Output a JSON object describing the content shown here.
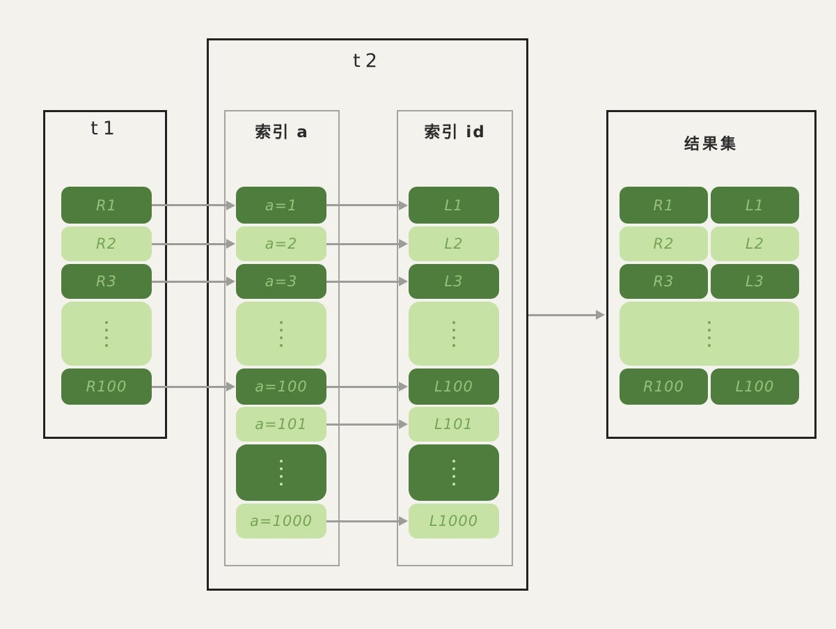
{
  "palette": {
    "background": "#f3f2ed",
    "dark_green": "#4e7d3e",
    "light_green": "#c7e2a5",
    "text_on_dark": "#97c178",
    "text_on_light": "#74a556",
    "box_border_dark": "#222222",
    "box_border_gray": "#a3a3a0",
    "arrow_gray": "#9c9c9a",
    "label_text": "#2b2b2b"
  },
  "boxes": {
    "t1": {
      "label": "t1"
    },
    "t2": {
      "label": "t2"
    },
    "index_a": {
      "label": "索引 a"
    },
    "index_id": {
      "label": "索引 id"
    },
    "result": {
      "label": "结果集"
    }
  },
  "columns": {
    "t1": {
      "rows": [
        {
          "label": "R1",
          "shade": "dark"
        },
        {
          "label": "R2",
          "shade": "light"
        },
        {
          "label": "R3",
          "shade": "dark"
        },
        {
          "label": "⋮",
          "shade": "light",
          "dots": true
        },
        {
          "label": "R100",
          "shade": "dark"
        }
      ]
    },
    "index_a": {
      "rows": [
        {
          "label": "a=1",
          "shade": "dark"
        },
        {
          "label": "a=2",
          "shade": "light"
        },
        {
          "label": "a=3",
          "shade": "dark"
        },
        {
          "label": "⋮",
          "shade": "light",
          "dots": true
        },
        {
          "label": "a=100",
          "shade": "dark"
        },
        {
          "label": "a=101",
          "shade": "light"
        },
        {
          "label": "⋮",
          "shade": "dark",
          "dots": true
        },
        {
          "label": "a=1000",
          "shade": "light"
        }
      ]
    },
    "index_id": {
      "rows": [
        {
          "label": "L1",
          "shade": "dark"
        },
        {
          "label": "L2",
          "shade": "light"
        },
        {
          "label": "L3",
          "shade": "dark"
        },
        {
          "label": "⋮",
          "shade": "light",
          "dots": true
        },
        {
          "label": "L100",
          "shade": "dark"
        },
        {
          "label": "L101",
          "shade": "light"
        },
        {
          "label": "⋮",
          "shade": "dark",
          "dots": true
        },
        {
          "label": "L1000",
          "shade": "light"
        }
      ]
    },
    "result": {
      "rows": [
        {
          "left": "R1",
          "right": "L1",
          "shade": "dark"
        },
        {
          "left": "R2",
          "right": "L2",
          "shade": "light"
        },
        {
          "left": "R3",
          "right": "L3",
          "shade": "dark"
        },
        {
          "label": "⋮",
          "shade": "light",
          "dots": true,
          "merged": true
        },
        {
          "left": "R100",
          "right": "L100",
          "shade": "dark"
        }
      ]
    }
  },
  "arrows": {
    "t1_to_index_a": [
      [
        "R1",
        "a=1"
      ],
      [
        "R2",
        "a=2"
      ],
      [
        "R3",
        "a=3"
      ],
      [
        "R100",
        "a=100"
      ]
    ],
    "index_a_to_index_id": [
      [
        "a=1",
        "L1"
      ],
      [
        "a=2",
        "L2"
      ],
      [
        "a=3",
        "L3"
      ],
      [
        "a=100",
        "L100"
      ],
      [
        "a=101",
        "L101"
      ],
      [
        "a=1000",
        "L1000"
      ]
    ],
    "t2_to_result": [
      [
        "t2",
        "结果集"
      ]
    ]
  }
}
